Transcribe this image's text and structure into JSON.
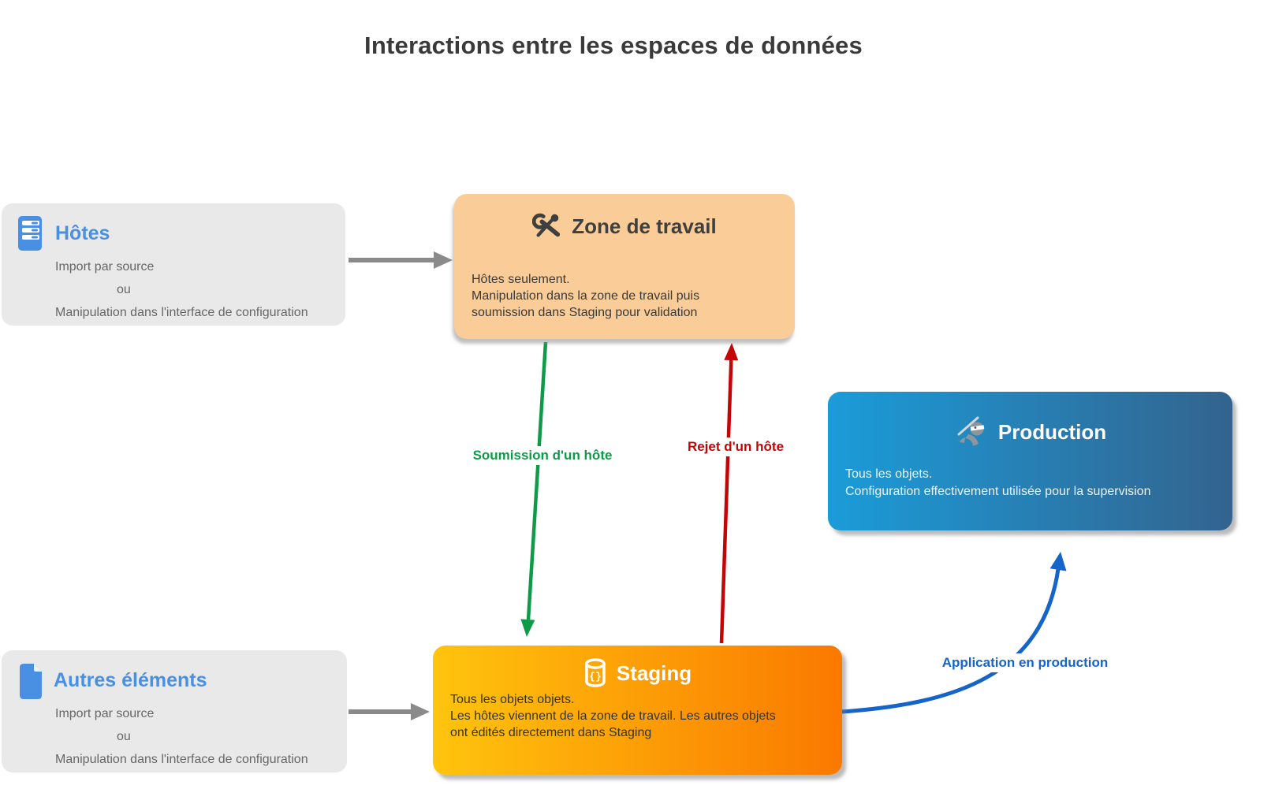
{
  "title": "Interactions entre les espaces de données",
  "nodes": {
    "hotes": {
      "icon": "server-icon",
      "title": "Hôtes",
      "lines": [
        "Import par source",
        "ou",
        "Manipulation dans l'interface de configuration"
      ]
    },
    "autres_elements": {
      "icon": "document-icon",
      "title": "Autres éléments",
      "lines": [
        "Import par source",
        "ou",
        "Manipulation dans l'interface de configuration"
      ]
    },
    "zone_de_travail": {
      "icon": "tools-icon",
      "title": "Zone de travail",
      "body": [
        "Hôtes seulement.",
        "Manipulation dans la zone de travail puis",
        "soumission dans Staging pour validation"
      ]
    },
    "staging": {
      "icon": "database-icon",
      "title": "Staging",
      "body": [
        "Tous les objets objets.",
        "Les hôtes viennent de la zone de travail. Les autres objets",
        "ont édités directement dans Staging"
      ]
    },
    "production": {
      "icon": "ninja-icon",
      "title": "Production",
      "body": [
        "Tous les objets.",
        "Configuration effectivement utilisée pour la supervision"
      ]
    }
  },
  "edges": [
    {
      "from": "hotes",
      "to": "zone_de_travail",
      "label": "",
      "color": "#8a8a8a"
    },
    {
      "from": "autres_elements",
      "to": "staging",
      "label": "",
      "color": "#8a8a8a"
    },
    {
      "from": "zone_de_travail",
      "to": "staging",
      "label": "Soumission d'un hôte",
      "color": "#0d9b48"
    },
    {
      "from": "staging",
      "to": "zone_de_travail",
      "label": "Rejet d'un hôte",
      "color": "#c40505"
    },
    {
      "from": "staging",
      "to": "production",
      "label": "Application en production",
      "color": "#1464c9"
    }
  ],
  "colors": {
    "title_text": "#3a3a3a",
    "heading_blue": "#4a90e2",
    "gray_node_bg": "#e9e9e9",
    "gray_node_text": "#666666",
    "zone_bg": "#facc98",
    "staging_gradient_start": "#ffc40d",
    "staging_gradient_end": "#fa7900",
    "production_gradient_start": "#1b9cd9",
    "production_gradient_end": "#33638e",
    "arrow_gray": "#8a8a8a",
    "arrow_green": "#0d9b48",
    "arrow_red": "#c40505",
    "arrow_blue": "#1464c9"
  }
}
